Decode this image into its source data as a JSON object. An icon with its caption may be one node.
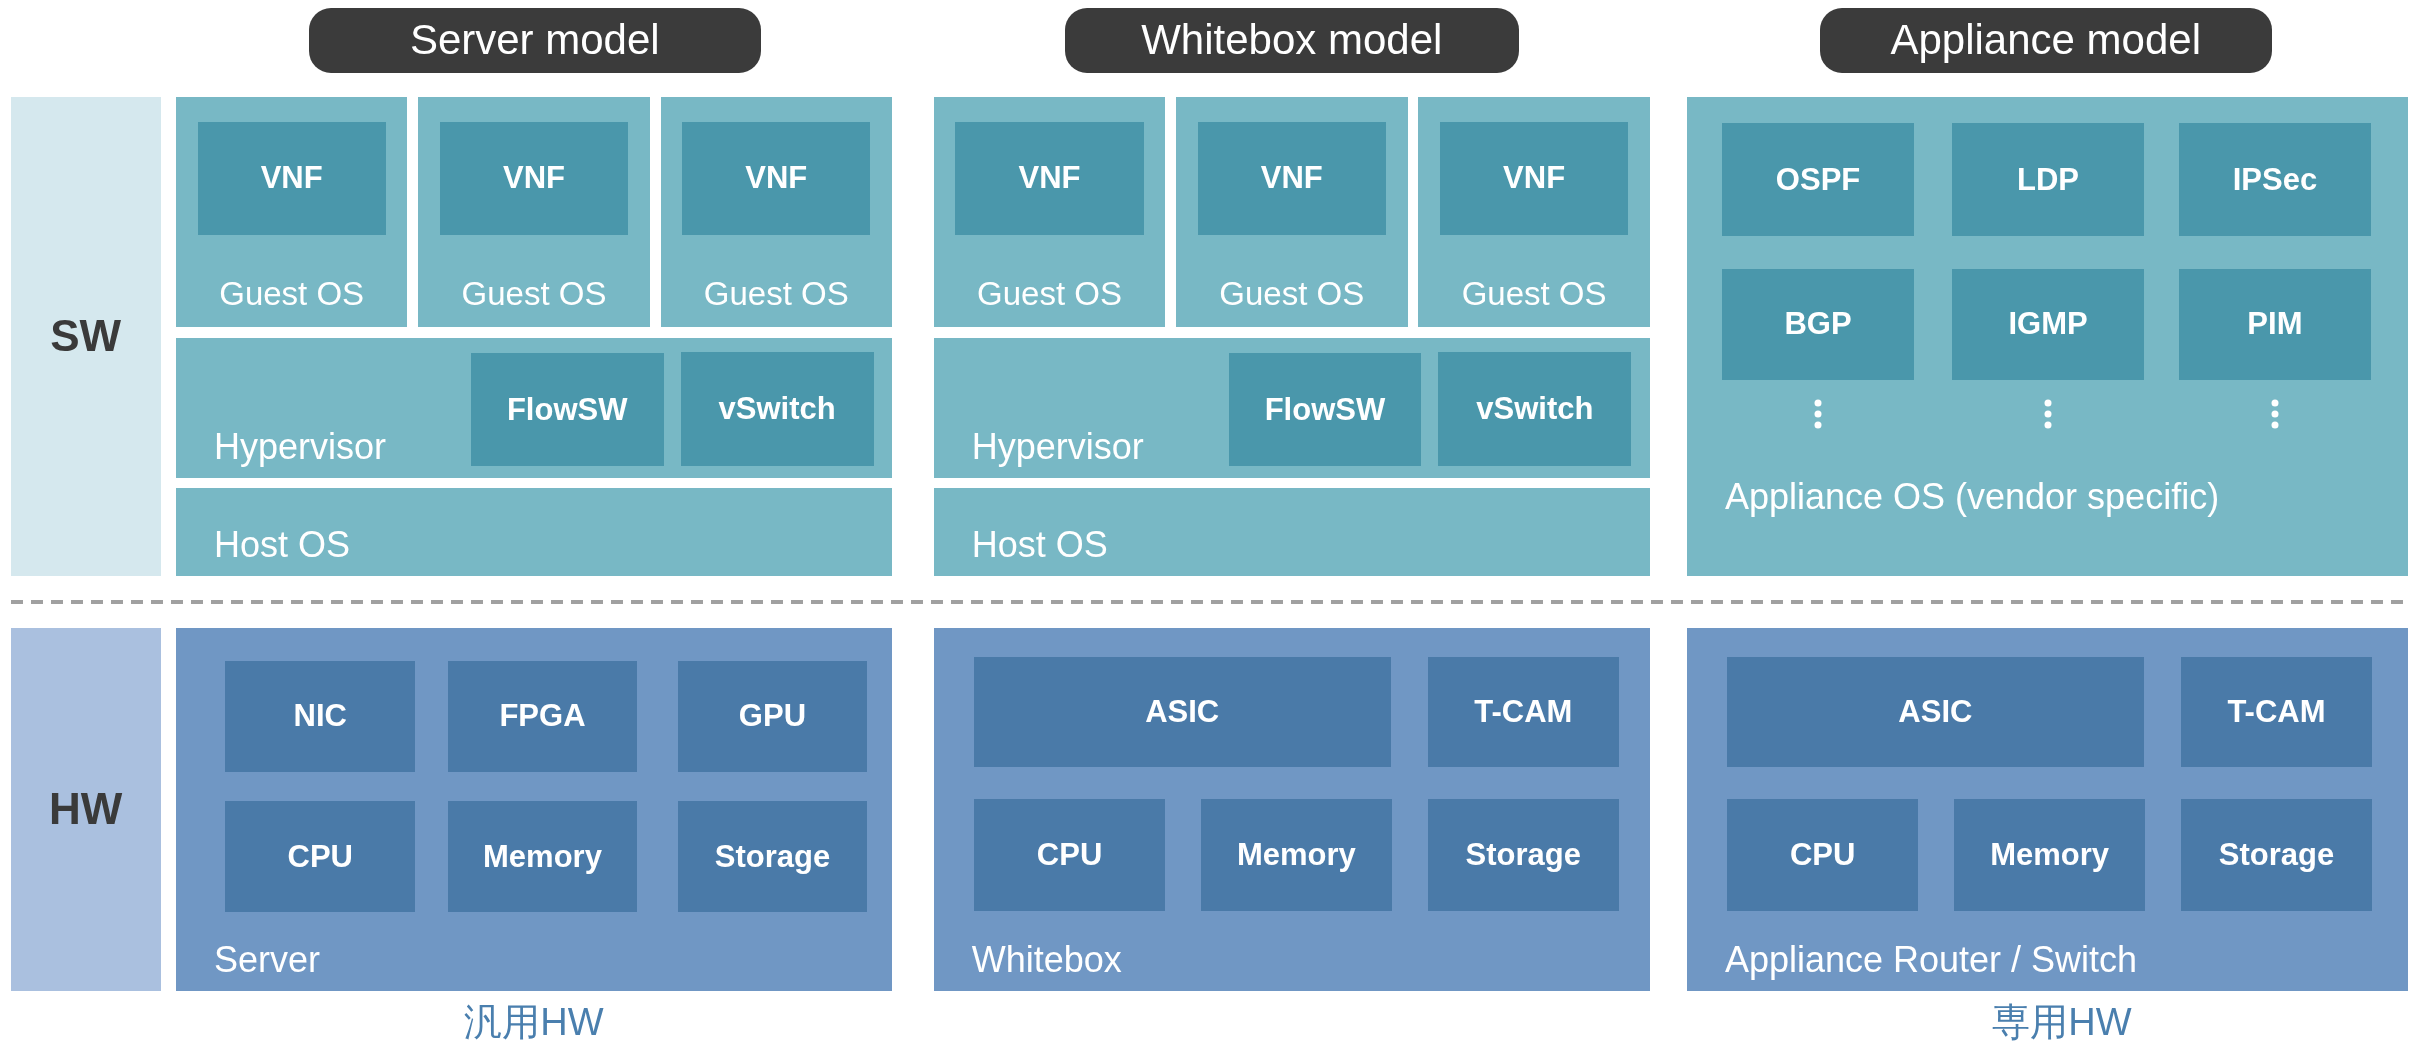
{
  "diagram": {
    "nodes": [
      {
        "text": [
          "Server model"
        ]
      },
      {
        "text": [
          "Whitebox model"
        ]
      },
      {
        "text": [
          "Appliance model"
        ]
      },
      {
        "text": [
          "SW"
        ]
      },
      {
        "text": [
          "HW"
        ]
      },
      {
        "text": [
          "Guest OS"
        ]
      },
      {
        "text": [
          "VNF"
        ],
        "in": 5
      },
      {
        "text": [
          "Guest OS"
        ]
      },
      {
        "text": [
          "VNF"
        ],
        "in": 7
      },
      {
        "text": [
          "Guest OS"
        ]
      },
      {
        "text": [
          "VNF"
        ],
        "in": 9
      },
      {
        "text": [
          "Hypervisor"
        ]
      },
      {
        "text": [
          "FlowSW"
        ],
        "in": 11
      },
      {
        "text": [
          "vSwitch"
        ],
        "in": 11
      },
      {
        "text": [
          "Host OS"
        ]
      },
      {
        "text": [
          "Guest OS"
        ]
      },
      {
        "text": [
          "VNF"
        ],
        "in": 15
      },
      {
        "text": [
          "Guest OS"
        ]
      },
      {
        "text": [
          "VNF"
        ],
        "in": 17
      },
      {
        "text": [
          "Guest OS"
        ]
      },
      {
        "text": [
          "VNF"
        ],
        "in": 19
      },
      {
        "text": [
          "Hypervisor"
        ]
      },
      {
        "text": [
          "FlowSW"
        ],
        "in": 21
      },
      {
        "text": [
          "vSwitch"
        ],
        "in": 21
      },
      {
        "text": [
          "Host OS"
        ]
      },
      {
        "text": [
          "Appliance OS (vendor specific)"
        ]
      },
      {
        "text": [
          "OSPF"
        ],
        "in": 25
      },
      {
        "text": [
          "LDP"
        ],
        "in": 25
      },
      {
        "text": [
          "IPSec"
        ],
        "in": 25
      },
      {
        "text": [
          "BGP"
        ],
        "in": 25
      },
      {
        "text": [
          "IGMP"
        ],
        "in": 25
      },
      {
        "text": [
          "PIM"
        ],
        "in": 25
      },
      {
        "text": [
          "Server"
        ]
      },
      {
        "text": [
          "NIC"
        ],
        "in": 32
      },
      {
        "text": [
          "FPGA"
        ],
        "in": 32
      },
      {
        "text": [
          "GPU"
        ],
        "in": 32
      },
      {
        "text": [
          "CPU"
        ],
        "in": 32
      },
      {
        "text": [
          "Memory"
        ],
        "in": 32
      },
      {
        "text": [
          "Storage"
        ],
        "in": 32
      },
      {
        "text": [
          "Whitebox"
        ]
      },
      {
        "text": [
          "ASIC"
        ],
        "in": 39
      },
      {
        "text": [
          "T-CAM"
        ],
        "in": 39
      },
      {
        "text": [
          "CPU"
        ],
        "in": 39
      },
      {
        "text": [
          "Memory"
        ],
        "in": 39
      },
      {
        "text": [
          "Storage"
        ],
        "in": 39
      },
      {
        "text": [
          "Appliance Router / Switch"
        ]
      },
      {
        "text": [
          "ASIC"
        ],
        "in": 45
      },
      {
        "text": [
          "T-CAM"
        ],
        "in": 45
      },
      {
        "text": [
          "CPU"
        ],
        "in": 45
      },
      {
        "text": [
          "Memory"
        ],
        "in": 45
      },
      {
        "text": [
          "Storage"
        ],
        "in": 45
      }
    ],
    "edges": [],
    "labels": [
      "汎用HW",
      "専用HW"
    ]
  }
}
